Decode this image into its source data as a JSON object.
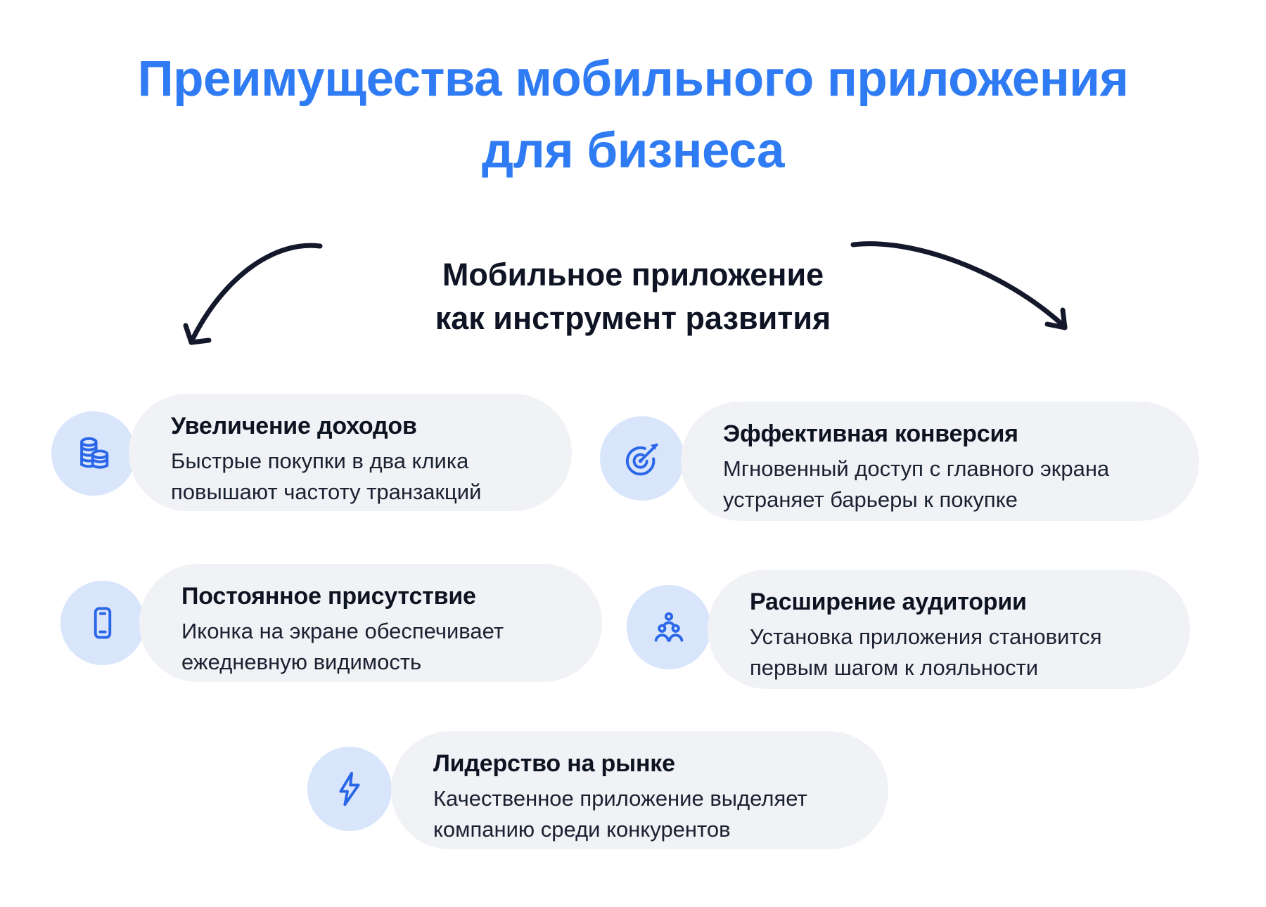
{
  "title": {
    "line1": "Преимущества мобильного приложения",
    "line2": "для бизнеса"
  },
  "subtitle": {
    "line1": "Мобильное приложение",
    "line2": "как инструмент развития"
  },
  "colors": {
    "title_blue": "#2F7BF4",
    "icon_blue": "#2A66E8",
    "icon_circle_bg": "#D8E5FB",
    "card_bg": "#F1F2F6",
    "dark_text": "#0E1424",
    "arrow_dark": "#14182B"
  },
  "cards": [
    {
      "icon": "coins-icon",
      "title": "Увеличение доходов",
      "body_line1": "Быстрые покупки в два клика",
      "body_line2": "повышают частоту транзакций"
    },
    {
      "icon": "target-arrow-icon",
      "title": "Эффективная конверсия",
      "body_line1": "Мгновенный доступ с главного экрана",
      "body_line2": "устраняет барьеры к покупке"
    },
    {
      "icon": "smartphone-icon",
      "title": "Постоянное присутствие",
      "body_line1": "Иконка на экране обеспечивает",
      "body_line2": "ежедневную видимость"
    },
    {
      "icon": "people-group-icon",
      "title": "Расширение аудитории",
      "body_line1": "Установка приложения становится",
      "body_line2": "первым шагом к лояльности"
    },
    {
      "icon": "lightning-icon",
      "title": "Лидерство на рынке",
      "body_line1": "Качественное приложение выделяет",
      "body_line2": "компанию среди конкурентов"
    }
  ]
}
